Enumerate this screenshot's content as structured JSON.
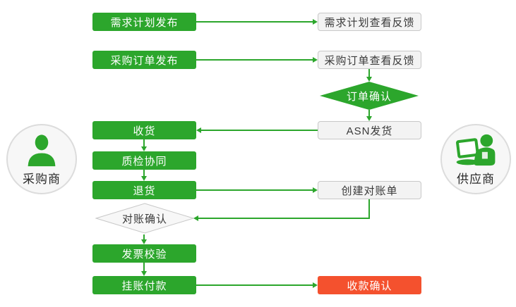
{
  "colors": {
    "green": "#2ca62c",
    "red": "#f4512e",
    "gray_fill": "#f3f3f3",
    "gray_border": "#c8c8c8",
    "text_dark": "#3a3a3a",
    "circle_fill": "#f7f7f7",
    "circle_border": "#dcdcdc"
  },
  "actors": {
    "buyer": {
      "label": "采购商",
      "icon": "person-icon"
    },
    "supplier": {
      "label": "供应商",
      "icon": "person-laptop-icon"
    }
  },
  "nodes": {
    "demand_publish": {
      "label": "需求计划发布"
    },
    "demand_feedback": {
      "label": "需求计划查看反馈"
    },
    "po_publish": {
      "label": "采购订单发布"
    },
    "po_feedback": {
      "label": "采购订单查看反馈"
    },
    "order_confirm": {
      "label": "订单确认"
    },
    "receive": {
      "label": "收货"
    },
    "asn_ship": {
      "label": "ASN发货"
    },
    "quality_check": {
      "label": "质检协同"
    },
    "return_goods": {
      "label": "退货"
    },
    "create_statement": {
      "label": "创建对账单"
    },
    "statement_confirm": {
      "label": "对账确认"
    },
    "invoice_verify": {
      "label": "发票校验"
    },
    "payment": {
      "label": "挂账付款"
    },
    "receipt_confirm": {
      "label": "收款确认"
    }
  }
}
